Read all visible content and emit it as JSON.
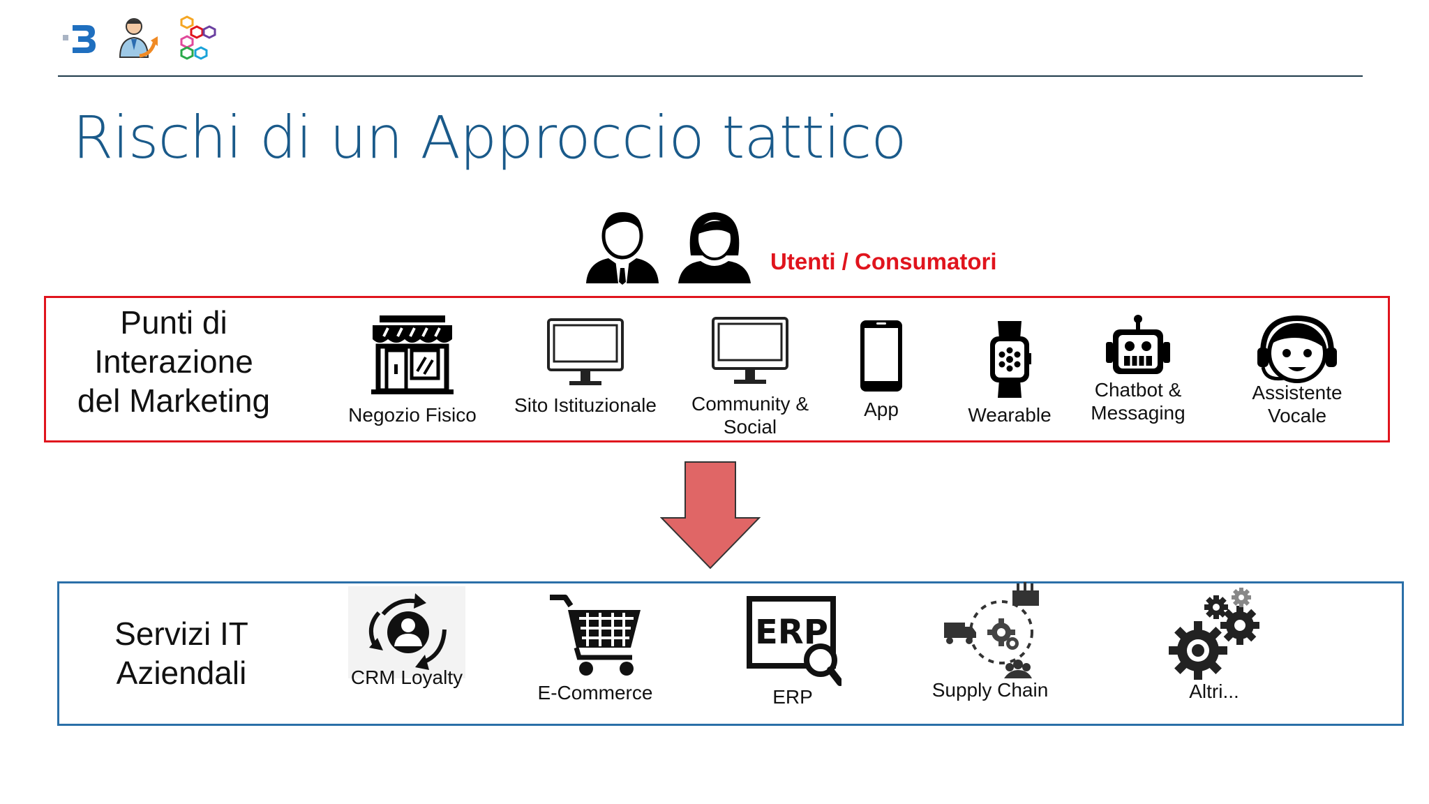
{
  "title": "Rischi di un Approccio tattico",
  "users_label": "Utenti / Consumatori",
  "marketing": {
    "heading_lines": [
      "Punti di",
      "Interazione",
      "del Marketing"
    ],
    "items": [
      {
        "label": "Negozio Fisico",
        "icon": "store-icon"
      },
      {
        "label": "Sito Istituzionale",
        "icon": "monitor-icon"
      },
      {
        "label_lines": [
          "Community &",
          "Social"
        ],
        "icon": "monitor-icon"
      },
      {
        "label": "App",
        "icon": "smartphone-icon"
      },
      {
        "label": "Wearable",
        "icon": "smartwatch-icon"
      },
      {
        "label_lines": [
          "Chatbot &",
          "Messaging"
        ],
        "icon": "robot-icon"
      },
      {
        "label_lines": [
          "Assistente",
          "Vocale"
        ],
        "icon": "headset-agent-icon"
      }
    ]
  },
  "it": {
    "heading_lines": [
      "Servizi IT",
      "Aziendali"
    ],
    "items": [
      {
        "label": "CRM Loyalty",
        "icon": "crm-cycle-icon"
      },
      {
        "label": "E-Commerce",
        "icon": "shopping-cart-icon"
      },
      {
        "label": "ERP",
        "icon": "erp-search-icon",
        "icon_text": "ERP"
      },
      {
        "label": "Supply Chain",
        "icon": "supply-chain-icon"
      },
      {
        "label": "Altri...",
        "icon": "gears-icon"
      }
    ]
  },
  "colors": {
    "title": "#1a5a8a",
    "users_label": "#e0141d",
    "red_border": "#e0141d",
    "blue_border": "#2a6fa8",
    "arrow_fill": "#e06666"
  }
}
